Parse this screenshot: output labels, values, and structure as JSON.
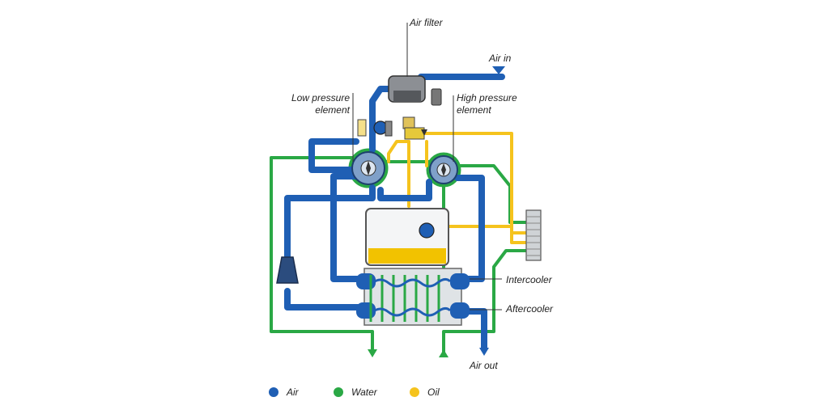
{
  "labels": {
    "air_filter": "Air filter",
    "air_in": "Air in",
    "low_pressure_line1": "Low pressure",
    "low_pressure_line2": "element",
    "high_pressure_line1": "High pressure",
    "high_pressure_line2": "element",
    "intercooler": "Intercooler",
    "aftercooler": "Aftercooler",
    "air_out": "Air out"
  },
  "legend": [
    {
      "label": "Air",
      "color": "#1f5fb4"
    },
    {
      "label": "Water",
      "color": "#2aa845"
    },
    {
      "label": "Oil",
      "color": "#f5c31d"
    }
  ],
  "colors": {
    "air": "#1f5fb4",
    "water": "#2aa845",
    "oil": "#f5c31d",
    "outline": "#333333",
    "oil_fill": "#f2c200"
  }
}
